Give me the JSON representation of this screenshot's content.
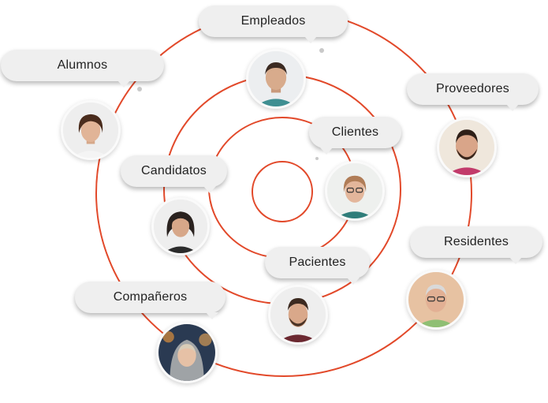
{
  "colors": {
    "ring": "#e2492a",
    "bubble": "#efefef"
  },
  "labels": {
    "empleados": "Empleados",
    "alumnos": "Alumnos",
    "proveedores": "Proveedores",
    "clientes": "Clientes",
    "candidatos": "Candidatos",
    "residentes": "Residentes",
    "pacientes": "Pacientes",
    "companeros": "Compañeros"
  }
}
